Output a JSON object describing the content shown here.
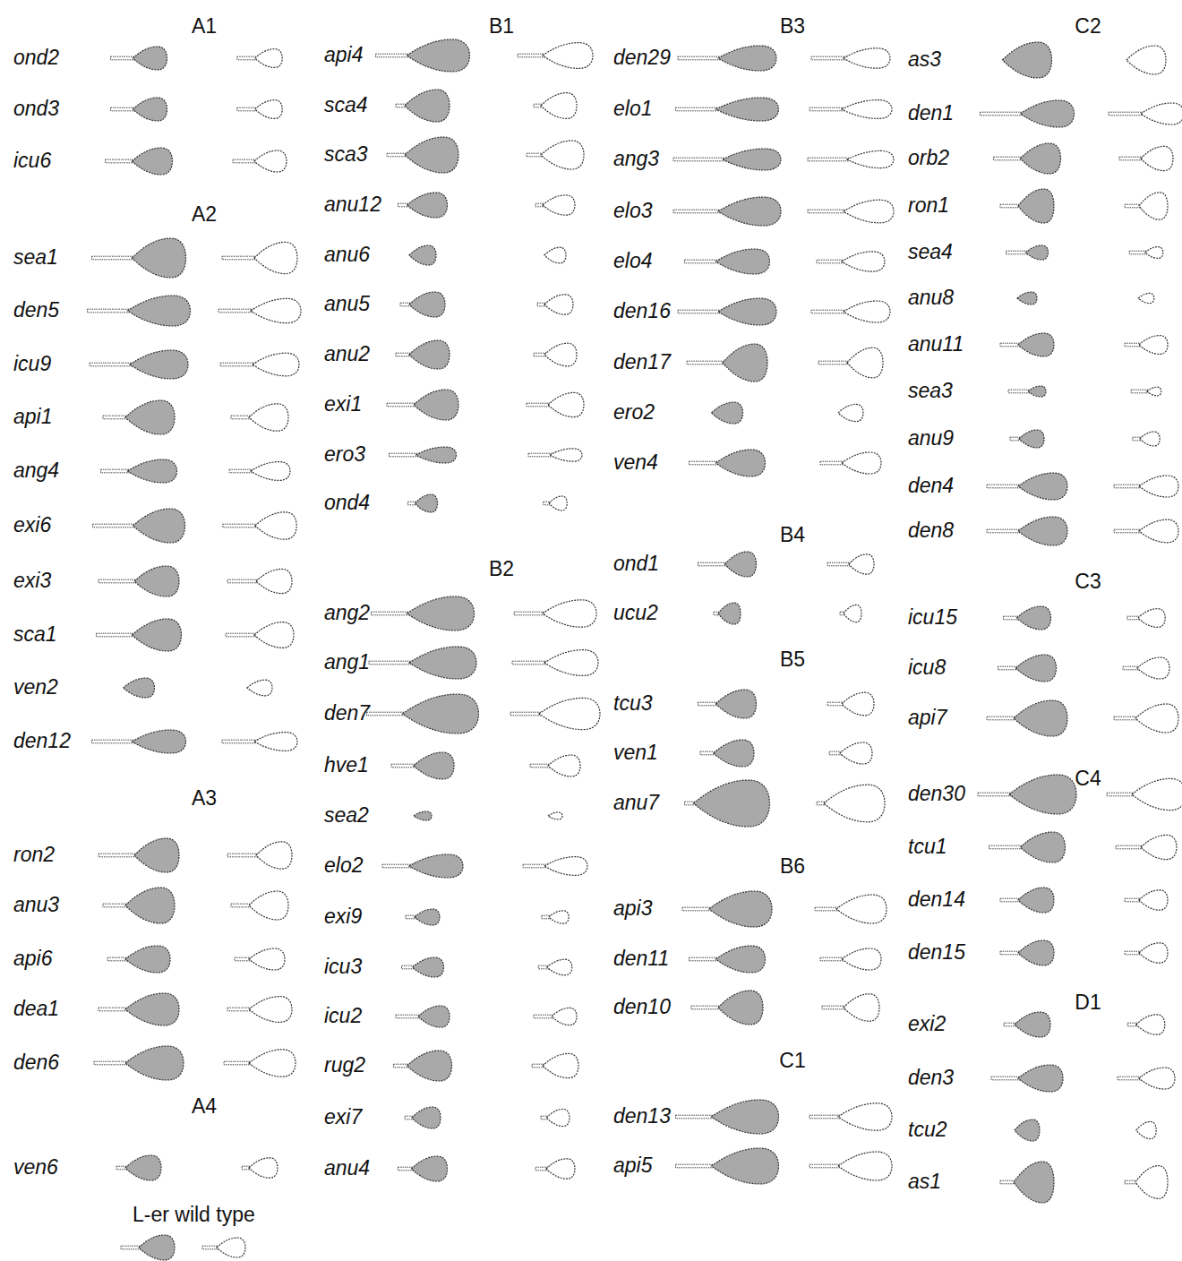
{
  "diagram": {
    "labels": [
      "A1",
      "ond2",
      "ond3",
      "icu6",
      "A2",
      "sea1",
      "den5",
      "icu9",
      "api1",
      "ang4",
      "exi6",
      "exi3",
      "sca1",
      "ven2",
      "den12",
      "A3",
      "ron2",
      "anu3",
      "api6",
      "dea1",
      "den6",
      "A4",
      "ven6",
      "L-er wild type",
      "B1",
      "api4",
      "sca4",
      "sca3",
      "anu12",
      "anu6",
      "anu5",
      "anu2",
      "exi1",
      "ero3",
      "ond4",
      "B2",
      "ang2",
      "ang1",
      "den7",
      "hve1",
      "sea2",
      "elo2",
      "exi9",
      "icu3",
      "icu2",
      "rug2",
      "exi7",
      "anu4",
      "B3",
      "den29",
      "elo1",
      "ang3",
      "elo3",
      "elo4",
      "den16",
      "den17",
      "ero2",
      "ven4",
      "B4",
      "ond1",
      "ucu2",
      "B5",
      "tcu3",
      "ven1",
      "anu7",
      "B6",
      "api3",
      "den11",
      "den10",
      "C1",
      "den13",
      "api5",
      "C2",
      "as3",
      "den1",
      "orb2",
      "ron1",
      "sea4",
      "anu8",
      "anu11",
      "sea3",
      "anu9",
      "den4",
      "den8",
      "C3",
      "icu15",
      "icu8",
      "api7",
      "C4",
      "den30",
      "tcu1",
      "den14",
      "den15",
      "D1",
      "exi2",
      "den3",
      "tcu2",
      "as1"
    ]
  }
}
